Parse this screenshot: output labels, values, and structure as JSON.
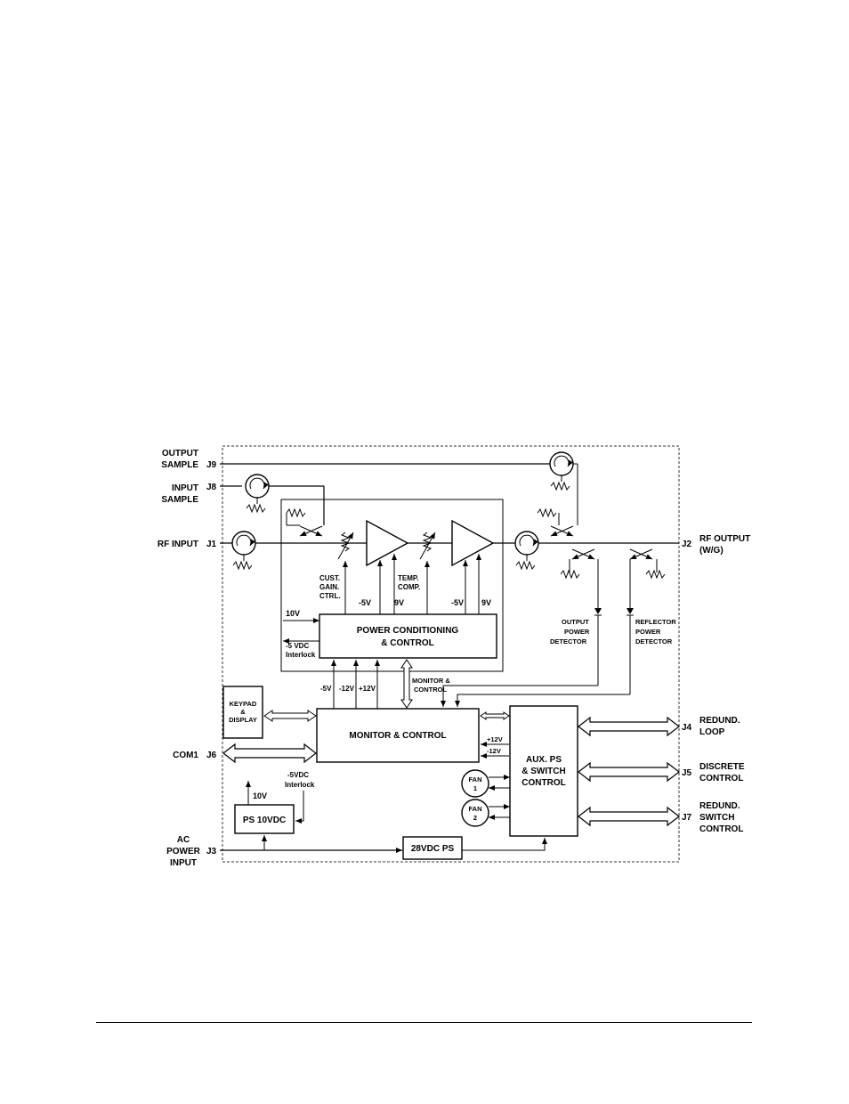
{
  "connectors": {
    "output_sample": {
      "label_line1": "OUTPUT",
      "label_line2": "SAMPLE",
      "jack": "J9"
    },
    "input_sample": {
      "label_line1": "INPUT",
      "label_line2": "SAMPLE",
      "jack": "J8"
    },
    "rf_input": {
      "label": "RF INPUT",
      "jack": "J1"
    },
    "rf_output": {
      "label_line1": "RF OUTPUT",
      "label_line2": "(W/G)",
      "jack": "J2"
    },
    "com1": {
      "label": "COM1",
      "jack": "J6"
    },
    "ac_power": {
      "label_line1": "AC",
      "label_line2": "POWER",
      "label_line3": "INPUT",
      "jack": "J3"
    },
    "redund_loop": {
      "label_line1": "REDUND.",
      "label_line2": "LOOP",
      "jack": "J4"
    },
    "discrete_control": {
      "label_line1": "DISCRETE",
      "label_line2": "CONTROL",
      "jack": "J5"
    },
    "redund_switch": {
      "label_line1": "REDUND.",
      "label_line2": "SWITCH",
      "label_line3": "CONTROL",
      "jack": "J7"
    }
  },
  "blocks": {
    "power_conditioning": {
      "line1": "POWER CONDITIONING",
      "line2": "& CONTROL"
    },
    "monitor_control": {
      "label": "MONITOR & CONTROL"
    },
    "keypad_display": {
      "line1": "KEYPAD",
      "line2": "&",
      "line3": "DISPLAY"
    },
    "aux_ps": {
      "line1": "AUX. PS",
      "line2": "& SWITCH",
      "line3": "CONTROL"
    },
    "ps_10vdc": {
      "label": "PS 10VDC"
    },
    "ps_28vdc": {
      "label": "28VDC PS"
    },
    "fan1": {
      "line1": "FAN",
      "line2": "1"
    },
    "fan2": {
      "line1": "FAN",
      "line2": "2"
    }
  },
  "labels": {
    "cust_gain": {
      "line1": "CUST.",
      "line2": "GAIN.",
      "line3": "CTRL."
    },
    "temp_comp": {
      "line1": "TEMP.",
      "line2": "COMP."
    },
    "neg5v_a": "-5V",
    "v9_a": "9V",
    "neg5v_b": "-5V",
    "v9_b": "9V",
    "v10_pc": "10V",
    "interlock_pc": {
      "line1": "-5 VDC",
      "line2": "Interlock"
    },
    "rail_neg5": "-5V",
    "rail_neg12": "-12V",
    "rail_pos12": "+12V",
    "monitor_bus": {
      "line1": "MONITOR &",
      "line2": "CONTROL"
    },
    "aux_pos12": "+12V",
    "aux_neg12": "-12V",
    "output_detector": {
      "line1": "OUTPUT",
      "line2": "POWER",
      "line3": "DETECTOR"
    },
    "reflector_detector": {
      "line1": "REFLECTOR",
      "line2": "POWER",
      "line3": "DETECTOR"
    },
    "interlock_ps": {
      "line1": "-5VDC",
      "line2": "Interlock"
    },
    "v10_ps": "10V"
  }
}
